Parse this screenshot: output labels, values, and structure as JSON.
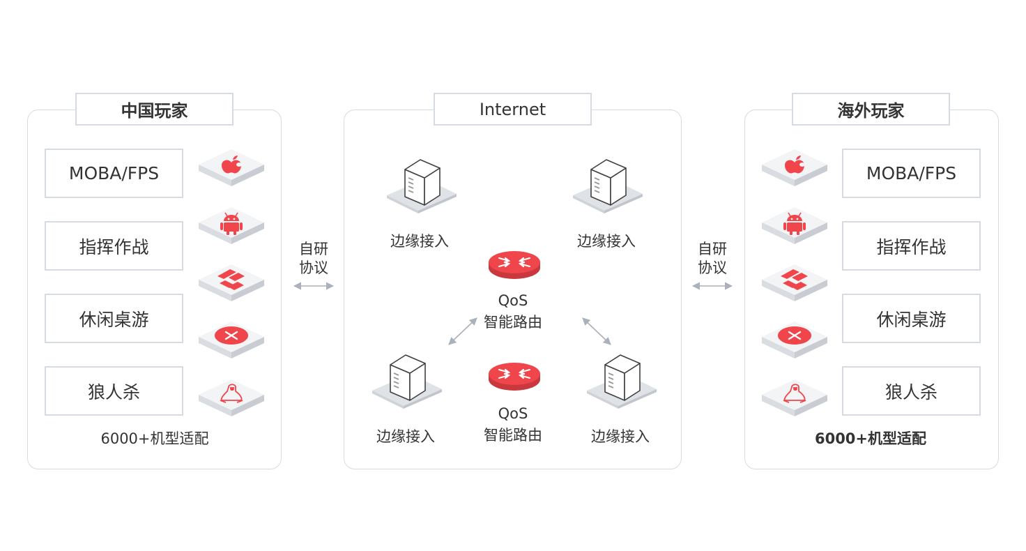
{
  "left_panel": {
    "title": "中国玩家",
    "games": [
      "MOBA/FPS",
      "指挥作战",
      "休闲桌游",
      "狼人杀"
    ],
    "platforms": [
      "apple-icon",
      "android-icon",
      "windows-icon",
      "close-icon",
      "linux-icon"
    ],
    "footer": "6000+机型适配"
  },
  "left_protocol": {
    "line1": "自研",
    "line2": "协议"
  },
  "center_panel": {
    "title": "Internet",
    "edge_label": "边缘接入",
    "qos_line1": "QoS",
    "qos_line2": "智能路由"
  },
  "right_protocol": {
    "line1": "自研",
    "line2": "协议"
  },
  "right_panel": {
    "title": "海外玩家",
    "games": [
      "MOBA/FPS",
      "指挥作战",
      "休闲桌游",
      "狼人杀"
    ],
    "platforms": [
      "apple-icon",
      "android-icon",
      "windows-icon",
      "close-icon",
      "linux-icon"
    ],
    "footer": "6000+机型适配"
  },
  "colors": {
    "accent": "#f0454b",
    "border": "#d6dbe3",
    "tile": "#eef0f3",
    "text": "#333333"
  }
}
